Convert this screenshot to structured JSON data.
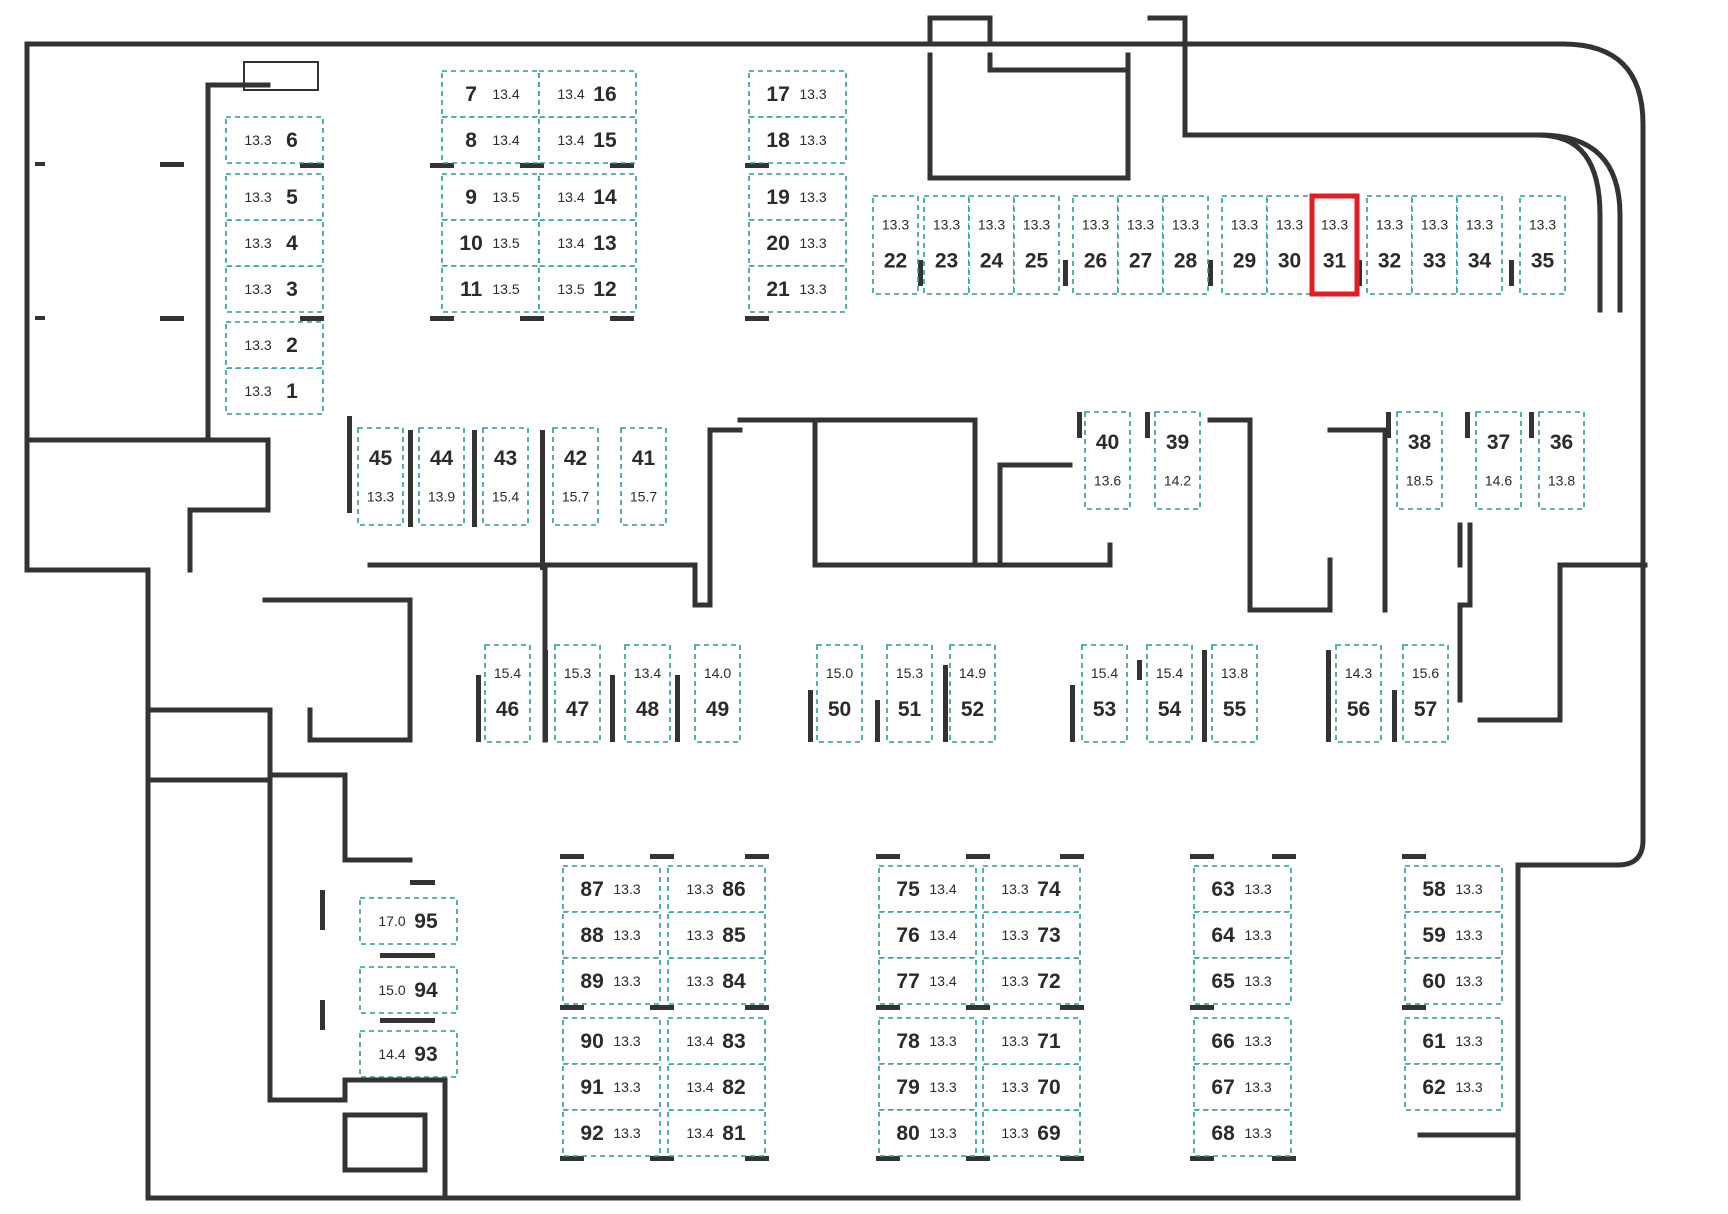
{
  "map": {
    "selected_slot": "31",
    "colors": {
      "slot_border": "#2a9d95",
      "selected": "#e31b23",
      "walls": "#333333"
    },
    "slots": [
      {
        "num": "1",
        "area": "13.3"
      },
      {
        "num": "2",
        "area": "13.3"
      },
      {
        "num": "3",
        "area": "13.3"
      },
      {
        "num": "4",
        "area": "13.3"
      },
      {
        "num": "5",
        "area": "13.3"
      },
      {
        "num": "6",
        "area": "13.3"
      },
      {
        "num": "7",
        "area": "13.4"
      },
      {
        "num": "8",
        "area": "13.4"
      },
      {
        "num": "9",
        "area": "13.5"
      },
      {
        "num": "10",
        "area": "13.5"
      },
      {
        "num": "11",
        "area": "13.5"
      },
      {
        "num": "12",
        "area": "13.5"
      },
      {
        "num": "13",
        "area": "13.4"
      },
      {
        "num": "14",
        "area": "13.4"
      },
      {
        "num": "15",
        "area": "13.4"
      },
      {
        "num": "16",
        "area": "13.4"
      },
      {
        "num": "17",
        "area": "13.3"
      },
      {
        "num": "18",
        "area": "13.3"
      },
      {
        "num": "19",
        "area": "13.3"
      },
      {
        "num": "20",
        "area": "13.3"
      },
      {
        "num": "21",
        "area": "13.3"
      },
      {
        "num": "22",
        "area": "13.3"
      },
      {
        "num": "23",
        "area": "13.3"
      },
      {
        "num": "24",
        "area": "13.3"
      },
      {
        "num": "25",
        "area": "13.3"
      },
      {
        "num": "26",
        "area": "13.3"
      },
      {
        "num": "27",
        "area": "13.3"
      },
      {
        "num": "28",
        "area": "13.3"
      },
      {
        "num": "29",
        "area": "13.3"
      },
      {
        "num": "30",
        "area": "13.3"
      },
      {
        "num": "31",
        "area": "13.3"
      },
      {
        "num": "32",
        "area": "13.3"
      },
      {
        "num": "33",
        "area": "13.3"
      },
      {
        "num": "34",
        "area": "13.3"
      },
      {
        "num": "35",
        "area": "13.3"
      },
      {
        "num": "36",
        "area": "13.8"
      },
      {
        "num": "37",
        "area": "14.6"
      },
      {
        "num": "38",
        "area": "18.5"
      },
      {
        "num": "39",
        "area": "14.2"
      },
      {
        "num": "40",
        "area": "13.6"
      },
      {
        "num": "41",
        "area": "15.7"
      },
      {
        "num": "42",
        "area": "15.7"
      },
      {
        "num": "43",
        "area": "15.4"
      },
      {
        "num": "44",
        "area": "13.9"
      },
      {
        "num": "45",
        "area": "13.3"
      },
      {
        "num": "46",
        "area": "15.4"
      },
      {
        "num": "47",
        "area": "15.3"
      },
      {
        "num": "48",
        "area": "13.4"
      },
      {
        "num": "49",
        "area": "14.0"
      },
      {
        "num": "50",
        "area": "15.0"
      },
      {
        "num": "51",
        "area": "15.3"
      },
      {
        "num": "52",
        "area": "14.9"
      },
      {
        "num": "53",
        "area": "15.4"
      },
      {
        "num": "54",
        "area": "15.4"
      },
      {
        "num": "55",
        "area": "13.8"
      },
      {
        "num": "56",
        "area": "14.3"
      },
      {
        "num": "57",
        "area": "15.6"
      },
      {
        "num": "58",
        "area": "13.3"
      },
      {
        "num": "59",
        "area": "13.3"
      },
      {
        "num": "60",
        "area": "13.3"
      },
      {
        "num": "61",
        "area": "13.3"
      },
      {
        "num": "62",
        "area": "13.3"
      },
      {
        "num": "63",
        "area": "13.3"
      },
      {
        "num": "64",
        "area": "13.3"
      },
      {
        "num": "65",
        "area": "13.3"
      },
      {
        "num": "66",
        "area": "13.3"
      },
      {
        "num": "67",
        "area": "13.3"
      },
      {
        "num": "68",
        "area": "13.3"
      },
      {
        "num": "69",
        "area": "13.3"
      },
      {
        "num": "70",
        "area": "13.3"
      },
      {
        "num": "71",
        "area": "13.3"
      },
      {
        "num": "72",
        "area": "13.3"
      },
      {
        "num": "73",
        "area": "13.3"
      },
      {
        "num": "74",
        "area": "13.3"
      },
      {
        "num": "75",
        "area": "13.4"
      },
      {
        "num": "76",
        "area": "13.4"
      },
      {
        "num": "77",
        "area": "13.4"
      },
      {
        "num": "78",
        "area": "13.3"
      },
      {
        "num": "79",
        "area": "13.3"
      },
      {
        "num": "80",
        "area": "13.3"
      },
      {
        "num": "81",
        "area": "13.4"
      },
      {
        "num": "82",
        "area": "13.4"
      },
      {
        "num": "83",
        "area": "13.4"
      },
      {
        "num": "84",
        "area": "13.3"
      },
      {
        "num": "85",
        "area": "13.3"
      },
      {
        "num": "86",
        "area": "13.3"
      },
      {
        "num": "87",
        "area": "13.3"
      },
      {
        "num": "88",
        "area": "13.3"
      },
      {
        "num": "89",
        "area": "13.3"
      },
      {
        "num": "90",
        "area": "13.3"
      },
      {
        "num": "91",
        "area": "13.3"
      },
      {
        "num": "92",
        "area": "13.3"
      },
      {
        "num": "93",
        "area": "14.4"
      },
      {
        "num": "94",
        "area": "15.0"
      },
      {
        "num": "95",
        "area": "17.0"
      }
    ]
  }
}
